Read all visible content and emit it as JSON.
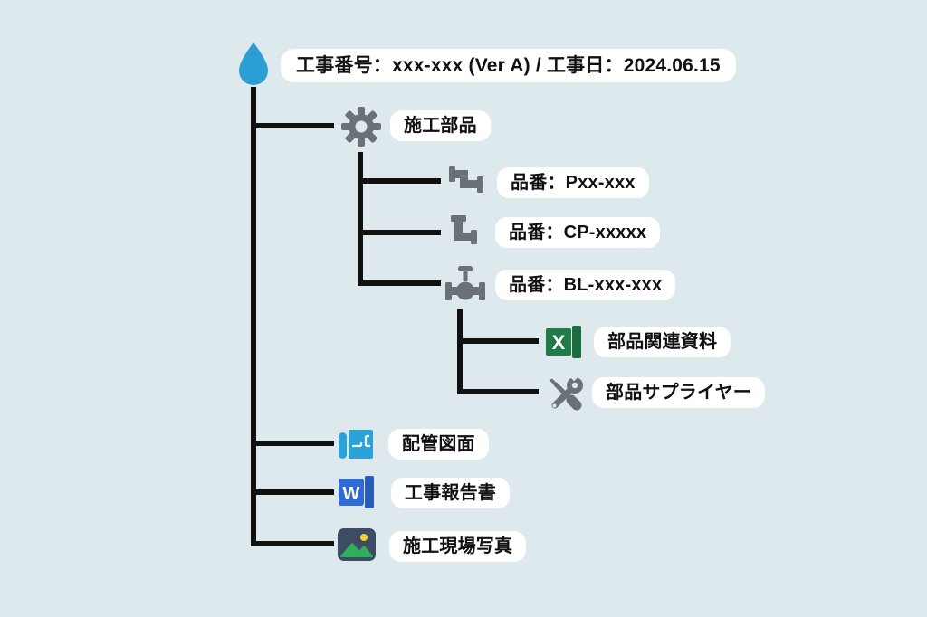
{
  "colors": {
    "background": "#dee9ed",
    "line": "#111111",
    "label_background": "#ffffff",
    "label_text": "#111111",
    "icon_gray": "#6b7177",
    "drop_blue": "#2b9fd3",
    "blueprint_blue": "#2ba2d8",
    "excel_green": "#1f7b48",
    "excel_bar_green": "#1d6b40",
    "word_blue": "#2e6bd6",
    "word_bar_blue": "#2a5cc0",
    "photo_navy": "#3d4b63",
    "photo_green": "#2fae5c",
    "photo_sun": "#f2d230"
  },
  "icon_letters": {
    "excel": "X",
    "word": "W"
  },
  "tree": {
    "root": {
      "label": "工事番号：xxx-xxx (Ver A) / 工事日：2024.06.15",
      "icon": "water-drop-icon"
    },
    "children": [
      {
        "label": "施工部品",
        "icon": "gear-icon",
        "children": [
          {
            "label": "品番：Pxx-xxx",
            "icon": "pipe-icon"
          },
          {
            "label": "品番：CP-xxxxx",
            "icon": "pipe-elbow-icon"
          },
          {
            "label": "品番：BL-xxx-xxx",
            "icon": "valve-icon",
            "children": [
              {
                "label": "部品関連資料",
                "icon": "excel-icon"
              },
              {
                "label": "部品サプライヤー",
                "icon": "tools-icon"
              }
            ]
          }
        ]
      },
      {
        "label": "配管図面",
        "icon": "blueprint-icon"
      },
      {
        "label": "工事報告書",
        "icon": "word-icon"
      },
      {
        "label": "施工現場写真",
        "icon": "photo-icon"
      }
    ]
  }
}
